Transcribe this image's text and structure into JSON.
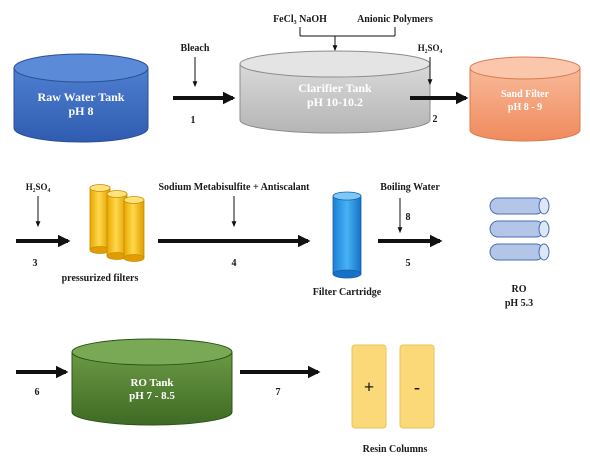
{
  "colors": {
    "raw_tank": "#4472c4",
    "clarifier": "#c8c8c8",
    "sand_filter": "#f4a27d",
    "pressurized_filters": "#f5c518",
    "filter_cartridge": "#2f9ae8",
    "ro_membranes": "#b4c6e7",
    "ro_tank": "#548235",
    "resin_columns": "#fbd978",
    "arrow": "#111111"
  },
  "raw_tank": {
    "name": "Raw Water Tank",
    "ph": "pH 8"
  },
  "clarifier": {
    "name": "Clarifier Tank",
    "ph": "pH 10-10.2"
  },
  "sand_filter": {
    "name": "Sand Filter",
    "ph": "pH 8 - 9"
  },
  "chemicals": {
    "bleach": "Bleach",
    "fecl3_naoh": "FeCl₃ NaOH",
    "anionic_polymers": "Anionic Polymers",
    "h2so4_top": "H₂SO₄",
    "h2so4_left": "H₂SO₄",
    "sms_antiscalant": "Sodium Metabisulfite + Antiscalant",
    "boiling_water": "Boiling Water"
  },
  "pressurized_filters": {
    "name": "pressurized filters"
  },
  "filter_cartridge": {
    "name": "Filter Cartridge"
  },
  "ro_unit": {
    "name": "RO",
    "ph": "pH 5.3"
  },
  "ro_tank": {
    "name": "RO Tank",
    "ph": "pH 7 - 8.5"
  },
  "resin_columns": {
    "name": "Resin Columns",
    "plus": "+",
    "minus": "-"
  },
  "step_numbers": {
    "s1": "1",
    "s2": "2",
    "s3": "3",
    "s4": "4",
    "s5": "5",
    "s6": "6",
    "s7": "7",
    "s8": "8"
  }
}
